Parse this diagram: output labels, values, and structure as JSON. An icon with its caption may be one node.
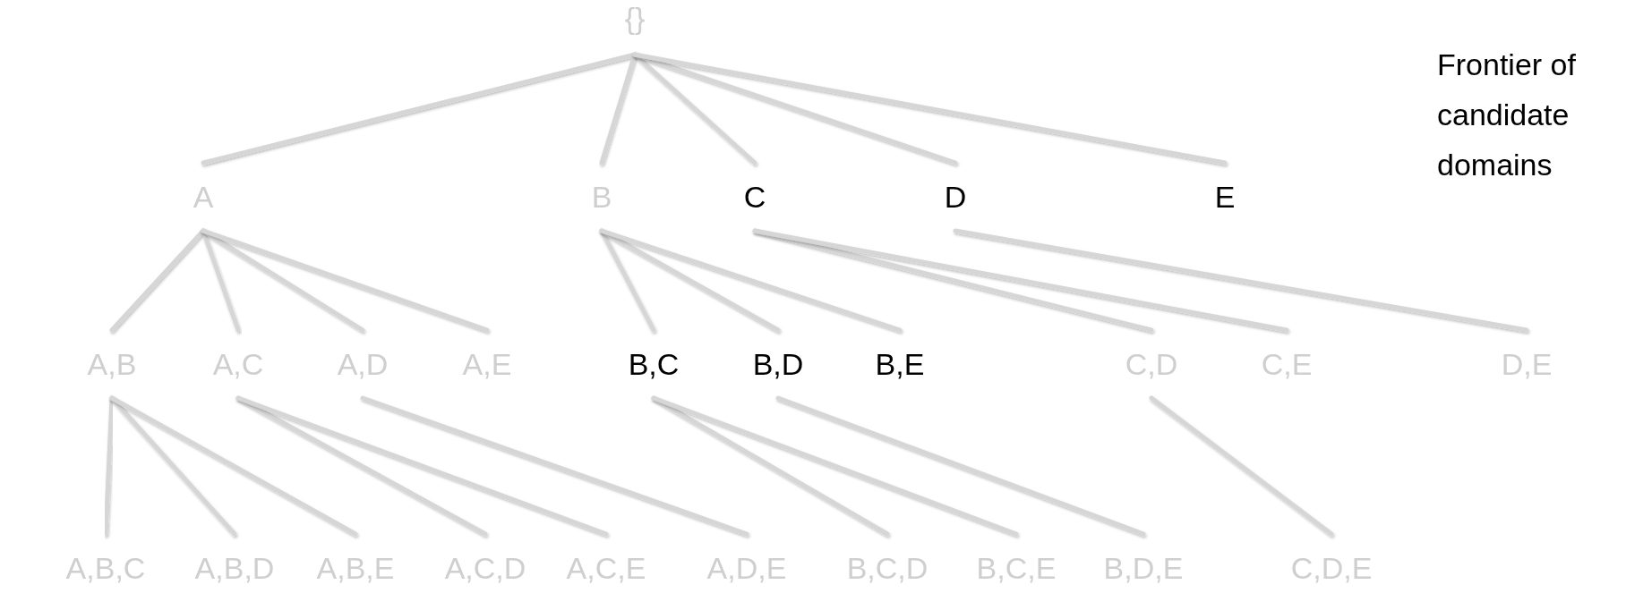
{
  "diagram": {
    "nodes": [
      {
        "text": [
          "{}"
        ]
      },
      {
        "text": [
          "A"
        ]
      },
      {
        "text": [
          "B"
        ]
      },
      {
        "text": [
          "C"
        ]
      },
      {
        "text": [
          "D"
        ]
      },
      {
        "text": [
          "E"
        ]
      },
      {
        "text": [
          "A,B"
        ]
      },
      {
        "text": [
          "A,C"
        ]
      },
      {
        "text": [
          "A,D"
        ]
      },
      {
        "text": [
          "A,E"
        ]
      },
      {
        "text": [
          "B,C"
        ]
      },
      {
        "text": [
          "B,D"
        ]
      },
      {
        "text": [
          "B,E"
        ]
      },
      {
        "text": [
          "C,D"
        ]
      },
      {
        "text": [
          "C,E"
        ]
      },
      {
        "text": [
          "D,E"
        ]
      },
      {
        "text": [
          "A,B,C"
        ]
      },
      {
        "text": [
          "A,B,D"
        ]
      },
      {
        "text": [
          "A,B,E"
        ]
      },
      {
        "text": [
          "A,C,D"
        ]
      },
      {
        "text": [
          "A,C,E"
        ]
      },
      {
        "text": [
          "A,D,E"
        ]
      },
      {
        "text": [
          "B,C,D"
        ]
      },
      {
        "text": [
          "B,C,E"
        ]
      },
      {
        "text": [
          "B,D,E"
        ]
      },
      {
        "text": [
          "C,D,E"
        ]
      }
    ],
    "edges": [
      {
        "from": 0,
        "to": 1,
        "arrow": "none"
      },
      {
        "from": 0,
        "to": 2,
        "arrow": "none"
      },
      {
        "from": 0,
        "to": 3,
        "arrow": "none"
      },
      {
        "from": 0,
        "to": 4,
        "arrow": "none"
      },
      {
        "from": 0,
        "to": 5,
        "arrow": "none"
      },
      {
        "from": 1,
        "to": 6,
        "arrow": "none"
      },
      {
        "from": 1,
        "to": 7,
        "arrow": "none"
      },
      {
        "from": 1,
        "to": 8,
        "arrow": "none"
      },
      {
        "from": 1,
        "to": 9,
        "arrow": "none"
      },
      {
        "from": 2,
        "to": 10,
        "arrow": "none"
      },
      {
        "from": 2,
        "to": 11,
        "arrow": "none"
      },
      {
        "from": 2,
        "to": 12,
        "arrow": "none"
      },
      {
        "from": 3,
        "to": 13,
        "arrow": "none"
      },
      {
        "from": 3,
        "to": 14,
        "arrow": "none"
      },
      {
        "from": 4,
        "to": 15,
        "arrow": "none"
      },
      {
        "from": 6,
        "to": 16,
        "arrow": "none"
      },
      {
        "from": 6,
        "to": 17,
        "arrow": "none"
      },
      {
        "from": 6,
        "to": 18,
        "arrow": "none"
      },
      {
        "from": 7,
        "to": 19,
        "arrow": "none"
      },
      {
        "from": 7,
        "to": 20,
        "arrow": "none"
      },
      {
        "from": 8,
        "to": 21,
        "arrow": "none"
      },
      {
        "from": 10,
        "to": 22,
        "arrow": "none"
      },
      {
        "from": 10,
        "to": 23,
        "arrow": "none"
      },
      {
        "from": 11,
        "to": 24,
        "arrow": "none"
      },
      {
        "from": 13,
        "to": 25,
        "arrow": "none"
      }
    ],
    "labels": [
      "Frontier of candidate domains"
    ]
  }
}
